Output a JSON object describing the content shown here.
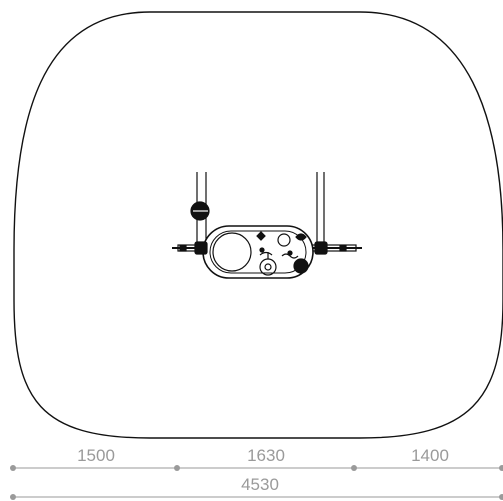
{
  "colors": {
    "outline": "#111111",
    "dimension": "#9a9a9a",
    "background": "#ffffff"
  },
  "dimensions": {
    "segments": [
      "1500",
      "1630",
      "1400"
    ],
    "total": "4530"
  }
}
